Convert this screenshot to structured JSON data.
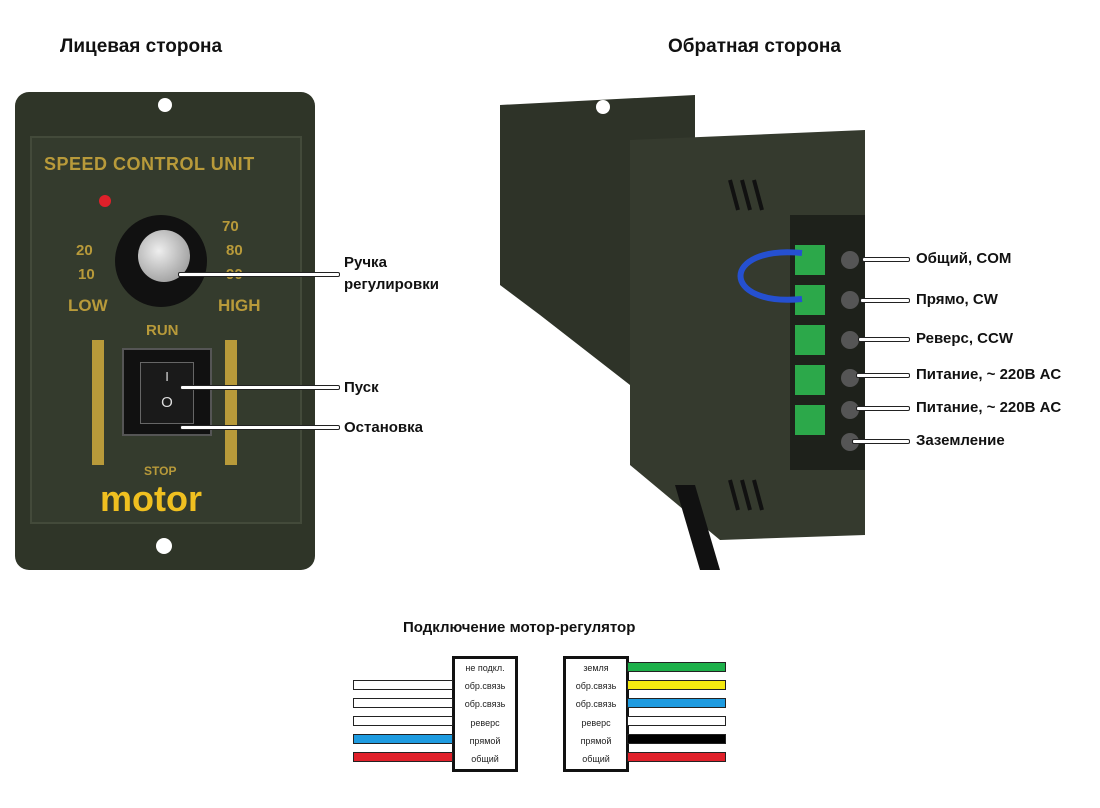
{
  "headings": {
    "front": "Лицевая сторона",
    "back": "Обратная сторона",
    "wiring": "Подключение мотор-регулятор"
  },
  "front_panel": {
    "brand_text": "SPEED CONTROL UNIT",
    "scale": [
      "20",
      "10",
      "LOW",
      "70",
      "80",
      "90",
      "HIGH"
    ],
    "run": "RUN",
    "stop": "STOP",
    "switch_on": "I",
    "switch_off": "O",
    "logo": "motor",
    "callouts": [
      "Ручка",
      "регулировки",
      "Пуск",
      "Остановка"
    ]
  },
  "back_panel": {
    "callouts": [
      "Общий, COM",
      "Прямо, CW",
      "Реверс, CCW",
      "Питание, ~ 220В AC",
      "Питание, ~ 220В AC",
      "Заземление"
    ]
  },
  "wiring": {
    "left": {
      "rows": [
        "не подкл.",
        "обр.связь",
        "обр.связь",
        "реверс",
        "прямой",
        "общий"
      ],
      "wire_colors": [
        null,
        "#ffffff",
        "#ffffff",
        "#ffffff",
        "#1e9be0",
        "#e0202a"
      ]
    },
    "right": {
      "rows": [
        "земля",
        "обр.связь",
        "обр.связь",
        "реверс",
        "прямой",
        "общий"
      ],
      "wire_colors": [
        "#1db04a",
        "#f5ea10",
        "#1e9be0",
        "#ffffff",
        "#000000",
        "#e0202a"
      ]
    }
  }
}
